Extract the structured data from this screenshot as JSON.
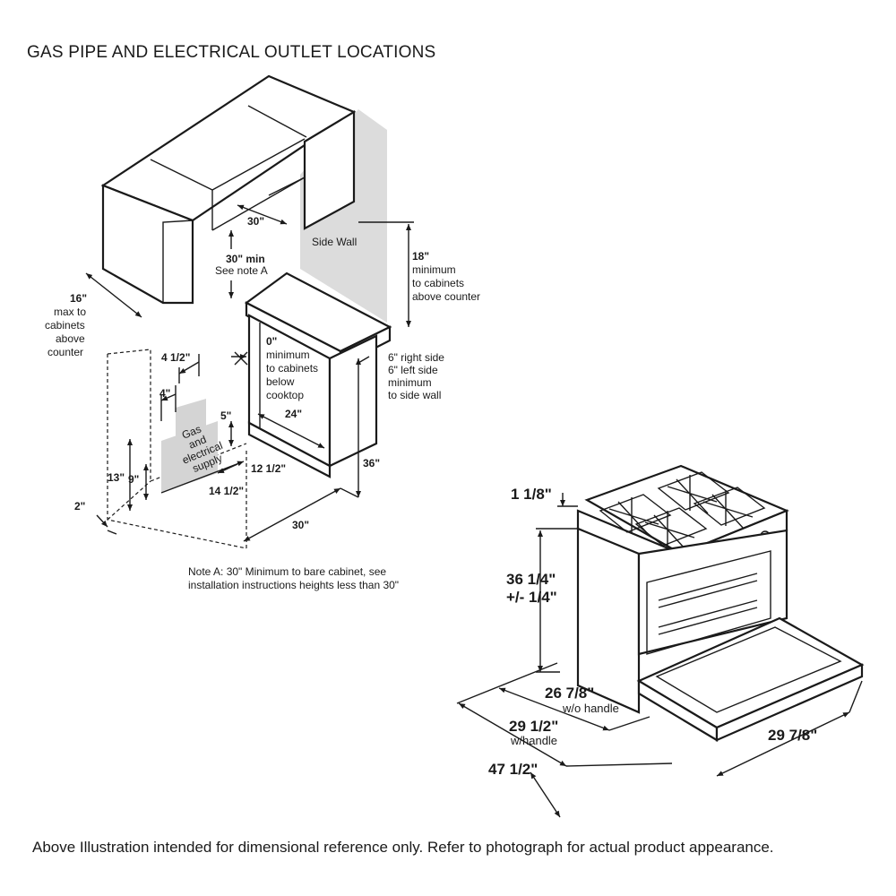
{
  "title": "GAS PIPE AND ELECTRICAL OUTLET LOCATIONS",
  "footer": "Above Illustration intended for dimensional reference only. Refer to photograph for actual product appearance.",
  "installation": {
    "hood_width": "30\"",
    "min_clear_1": "30\" min",
    "min_clear_2": "See note A",
    "side_wall": "Side Wall",
    "above_1": "18\"",
    "above_2": "minimum",
    "above_3": "to cabinets",
    "above_4": "above counter",
    "depth_1": "16\"",
    "depth_2": "max to",
    "depth_3": "cabinets",
    "depth_4": "above",
    "depth_5": "counter",
    "zero_1": "0\"",
    "zero_2": "minimum",
    "zero_3": "to cabinets",
    "zero_4": "below",
    "zero_5": "cooktop",
    "side_1": "6\" right side",
    "side_2": "6\" left side",
    "side_3": "minimum",
    "side_4": "to side wall",
    "d_4half": "4 1/2\"",
    "d_4": "4\"",
    "d_5": "5\"",
    "d_24": "24\"",
    "d_36": "36\"",
    "d_13": "13\"",
    "d_9": "9\"",
    "d_12half": "12 1/2\"",
    "d_14half": "14 1/2\"",
    "d_2": "2\"",
    "d_30": "30\"",
    "supply_1": "Gas",
    "supply_2": "and",
    "supply_3": "electrical",
    "supply_4": "supply",
    "note_1": "Note A: 30\" Minimum to bare cabinet, see",
    "note_2": "installation instructions heights less than 30\""
  },
  "range": {
    "top_gap": "1 1/8\"",
    "height_1": "36 1/4\"",
    "height_2": "+/- 1/4\"",
    "depth_a": "26 7/8\"",
    "depth_a_note": "w/o handle",
    "depth_b": "29 1/2\"",
    "depth_b_note": "w/handle",
    "depth_c": "47 1/2\"",
    "width": "29 7/8\""
  }
}
